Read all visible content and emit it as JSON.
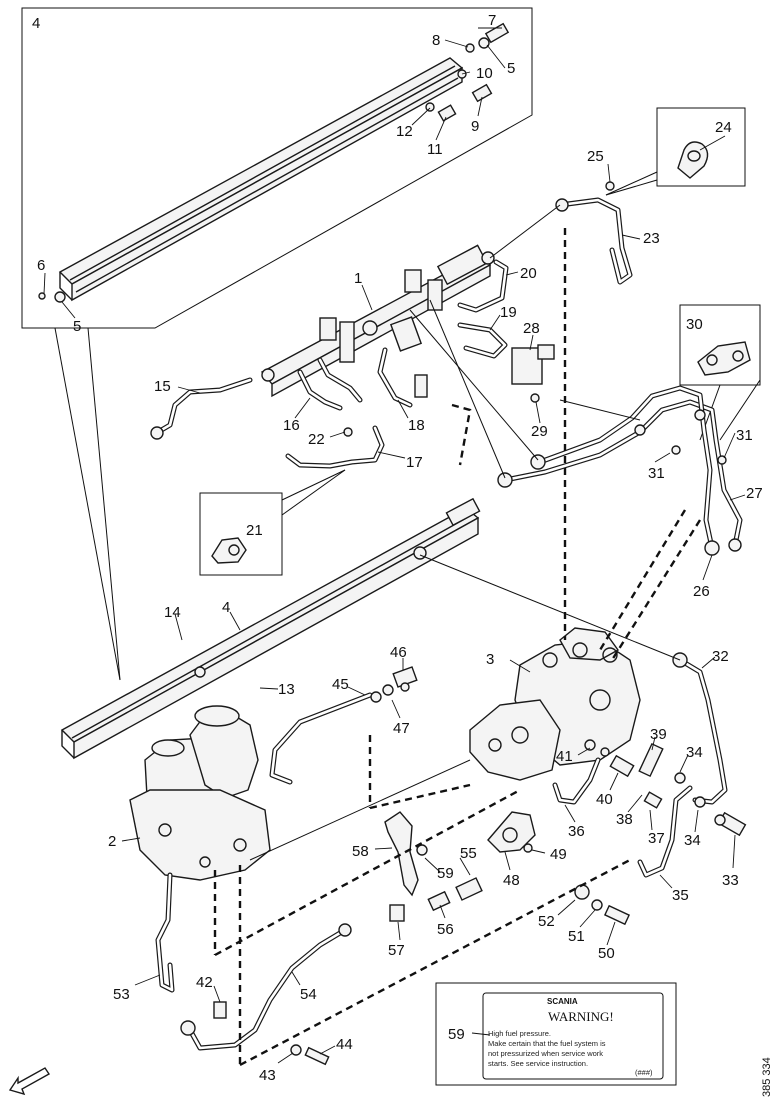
{
  "callouts": [
    {
      "id": "c4a",
      "text": "4"
    },
    {
      "id": "c7",
      "text": "7"
    },
    {
      "id": "c8",
      "text": "8"
    },
    {
      "id": "c5a",
      "text": "5"
    },
    {
      "id": "c10",
      "text": "10"
    },
    {
      "id": "c9",
      "text": "9"
    },
    {
      "id": "c12",
      "text": "12"
    },
    {
      "id": "c11",
      "text": "11"
    },
    {
      "id": "c6",
      "text": "6"
    },
    {
      "id": "c5b",
      "text": "5"
    },
    {
      "id": "c24",
      "text": "24"
    },
    {
      "id": "c25",
      "text": "25"
    },
    {
      "id": "c23",
      "text": "23"
    },
    {
      "id": "c20",
      "text": "20"
    },
    {
      "id": "c1",
      "text": "1"
    },
    {
      "id": "c19",
      "text": "19"
    },
    {
      "id": "c28",
      "text": "28"
    },
    {
      "id": "c30",
      "text": "30"
    },
    {
      "id": "c15",
      "text": "15"
    },
    {
      "id": "c16",
      "text": "16"
    },
    {
      "id": "c22",
      "text": "22"
    },
    {
      "id": "c18",
      "text": "18"
    },
    {
      "id": "c29",
      "text": "29"
    },
    {
      "id": "c17",
      "text": "17"
    },
    {
      "id": "c31a",
      "text": "31"
    },
    {
      "id": "c31b",
      "text": "31"
    },
    {
      "id": "c27",
      "text": "27"
    },
    {
      "id": "c21",
      "text": "21"
    },
    {
      "id": "c26",
      "text": "26"
    },
    {
      "id": "c14",
      "text": "14"
    },
    {
      "id": "c4b",
      "text": "4"
    },
    {
      "id": "c3",
      "text": "3"
    },
    {
      "id": "c32",
      "text": "32"
    },
    {
      "id": "c46",
      "text": "46"
    },
    {
      "id": "c45",
      "text": "45"
    },
    {
      "id": "c13",
      "text": "13"
    },
    {
      "id": "c47",
      "text": "47"
    },
    {
      "id": "c39",
      "text": "39"
    },
    {
      "id": "c41",
      "text": "41"
    },
    {
      "id": "c34a",
      "text": "34"
    },
    {
      "id": "c40",
      "text": "40"
    },
    {
      "id": "c38",
      "text": "38"
    },
    {
      "id": "c37",
      "text": "37"
    },
    {
      "id": "c34b",
      "text": "34"
    },
    {
      "id": "c36",
      "text": "36"
    },
    {
      "id": "c2",
      "text": "2"
    },
    {
      "id": "c58",
      "text": "58"
    },
    {
      "id": "c55",
      "text": "55"
    },
    {
      "id": "c49",
      "text": "49"
    },
    {
      "id": "c48",
      "text": "48"
    },
    {
      "id": "c59a",
      "text": "59"
    },
    {
      "id": "c35",
      "text": "35"
    },
    {
      "id": "c33",
      "text": "33"
    },
    {
      "id": "c52",
      "text": "52"
    },
    {
      "id": "c56",
      "text": "56"
    },
    {
      "id": "c51",
      "text": "51"
    },
    {
      "id": "c57",
      "text": "57"
    },
    {
      "id": "c50",
      "text": "50"
    },
    {
      "id": "c53",
      "text": "53"
    },
    {
      "id": "c54",
      "text": "54"
    },
    {
      "id": "c42",
      "text": "42"
    },
    {
      "id": "c44",
      "text": "44"
    },
    {
      "id": "c43",
      "text": "43"
    },
    {
      "id": "c59b",
      "text": "59"
    }
  ],
  "warning_label": {
    "brand": "SCANIA",
    "title": "WARNING!",
    "line1": "High fuel pressure.",
    "line2": "Make certain that the fuel system is",
    "line3": "not pressurized when service work",
    "line4": "starts. See service instruction.",
    "code": "(###)"
  },
  "drawing_number": "385 334",
  "icons": {
    "direction_arrow": "front-direction-arrow-icon"
  }
}
